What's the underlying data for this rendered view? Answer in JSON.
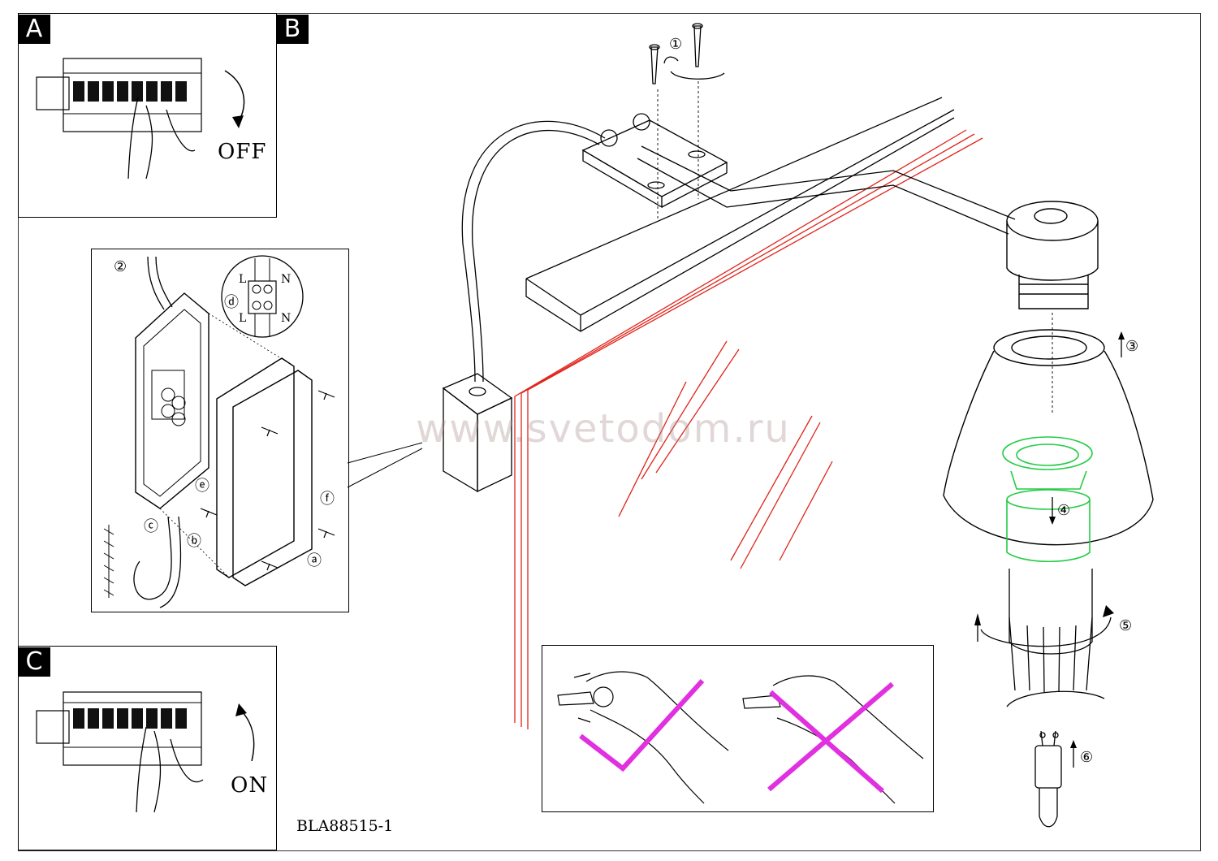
{
  "panels": {
    "a": {
      "tag": "A",
      "label": "OFF"
    },
    "b": {
      "tag": "B"
    },
    "c": {
      "tag": "C",
      "label": "ON"
    }
  },
  "steps": {
    "s1": "①",
    "s2": "②",
    "s3": "③",
    "s4": "④",
    "s5": "⑤",
    "s6": "⑥",
    "sa": "ⓐ",
    "sb": "ⓑ",
    "sc": "ⓒ",
    "sd": "ⓓ",
    "se": "ⓔ",
    "sf": "ⓕ"
  },
  "terminal": {
    "l_top": "L",
    "n_top": "N",
    "l_bottom": "L",
    "n_bottom": "N"
  },
  "model_code": "BLA88515-1",
  "watermark": "www.svetodom.ru",
  "colors": {
    "wall_red": "#e0241b",
    "check_magenta": "#e030e0",
    "bulb_green": "#22cc44"
  }
}
